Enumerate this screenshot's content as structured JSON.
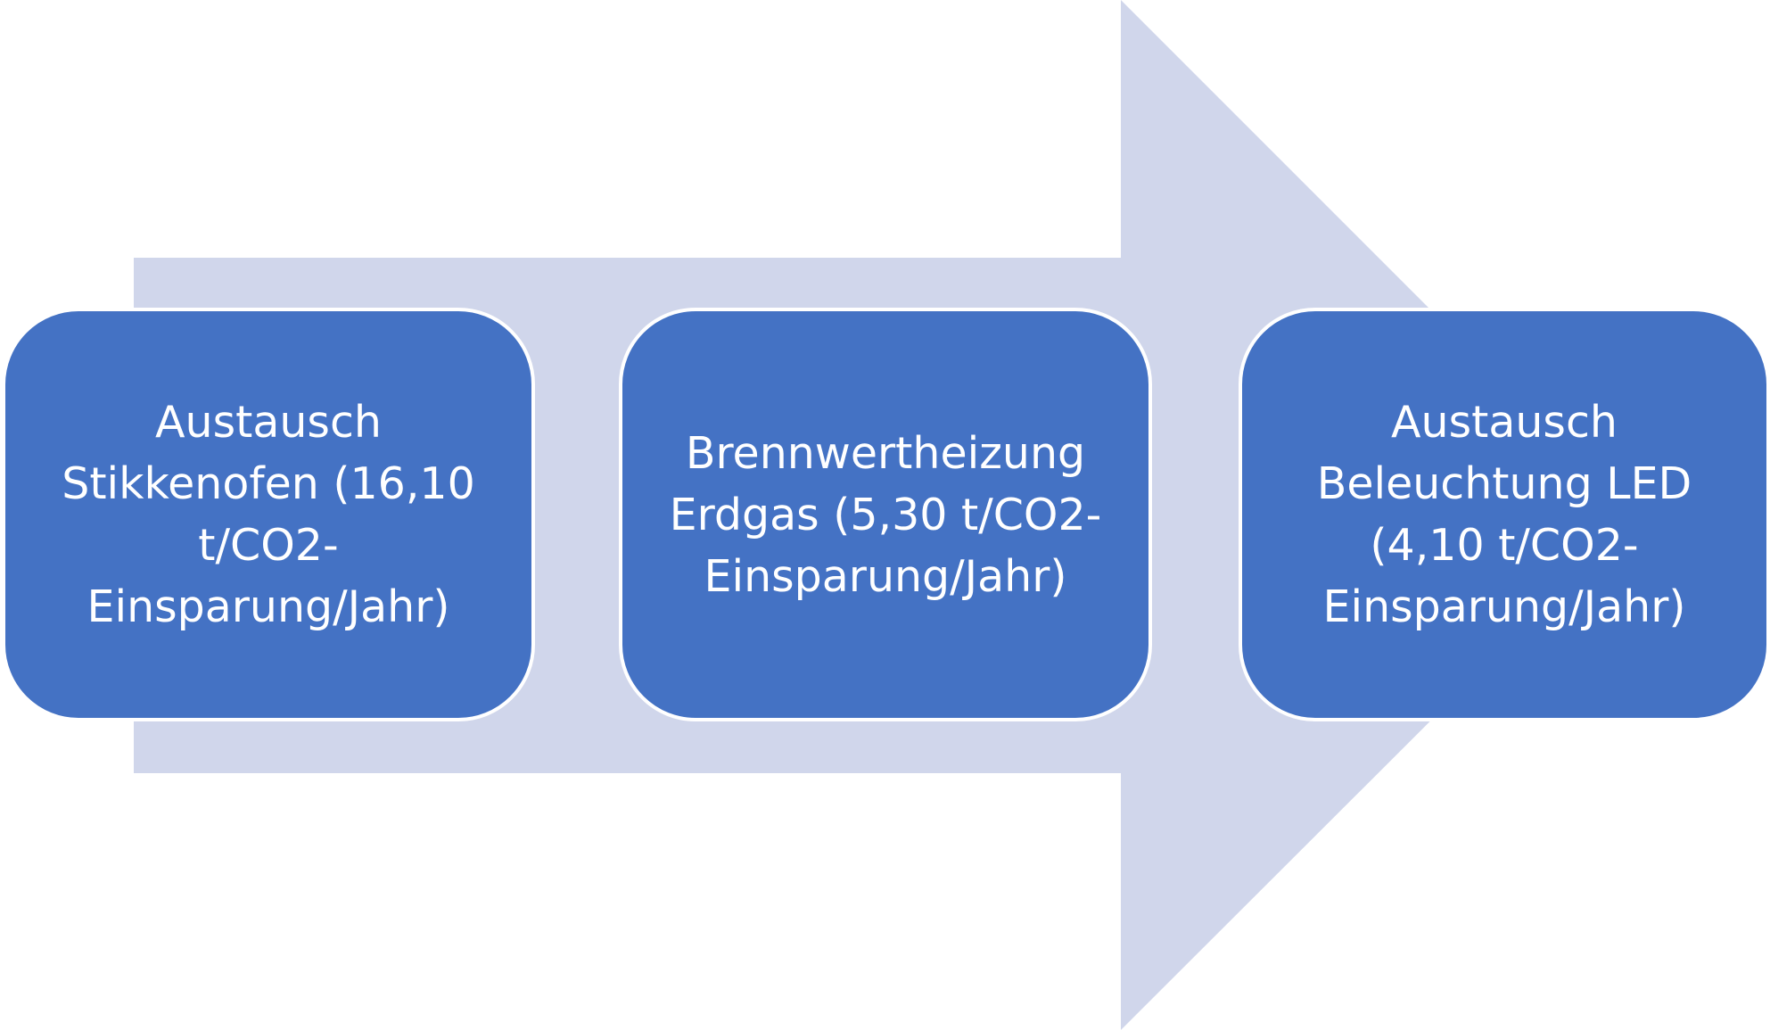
{
  "colors": {
    "arrow": "#d0d6eb",
    "box_fill": "#4472c4",
    "box_border": "#ffffff",
    "text": "#ffffff"
  },
  "steps": [
    {
      "text": "Austausch\nStikkenofen (16,10\nt/CO2-\nEinsparung/Jahr)"
    },
    {
      "text": "Brennwertheizung\nErdgas (5,30 t/CO2-\nEinsparung/Jahr)"
    },
    {
      "text": "Austausch\nBeleuchtung LED\n(4,10 t/CO2-\nEinsparung/Jahr)"
    }
  ]
}
